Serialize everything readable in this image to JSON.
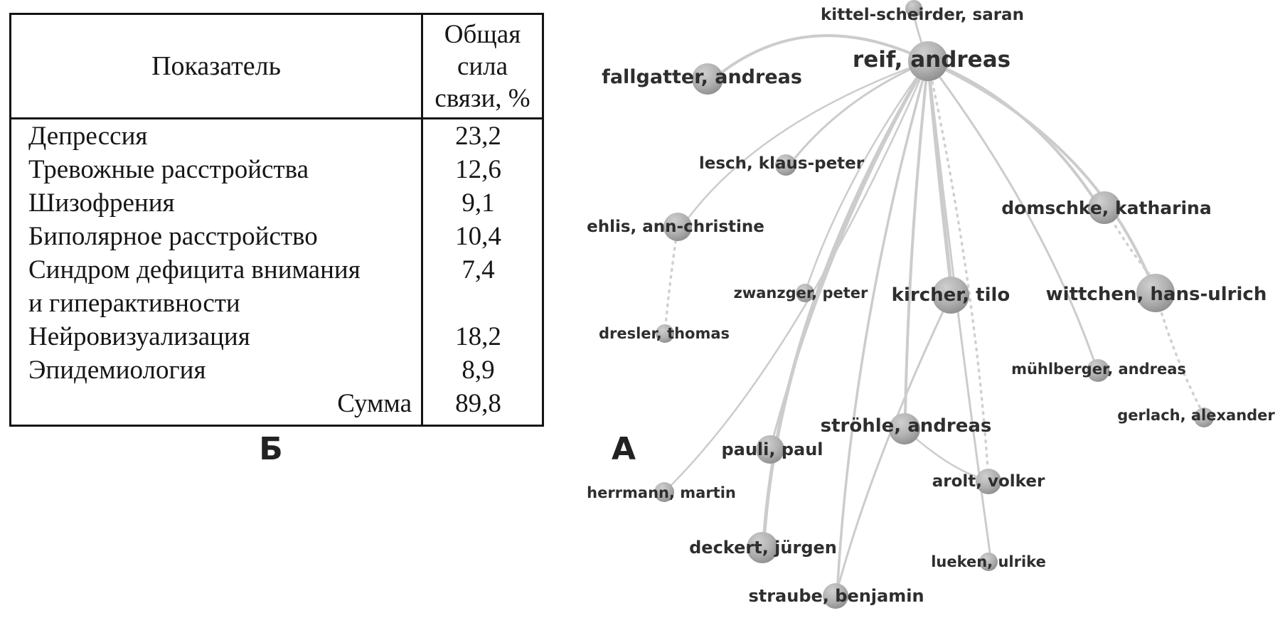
{
  "figure": {
    "panel_table_label": "Б",
    "panel_network_label": "А"
  },
  "table": {
    "header": {
      "indicator": "Показатель",
      "strength_lines": [
        "Общая",
        "сила",
        "связи, %"
      ]
    },
    "rows": [
      {
        "label": "Депрессия",
        "value": "23,2"
      },
      {
        "label": "Тревожные расстройства",
        "value": "12,6"
      },
      {
        "label": "Шизофрения",
        "value": "9,1"
      },
      {
        "label": "Биполярное расстройство",
        "value": "10,4"
      },
      {
        "label": "Синдром дефицита внимания",
        "value": "7,4"
      },
      {
        "label": "и гиперактивности",
        "value": ""
      },
      {
        "label": "Нейровизуализация",
        "value": "18,2"
      },
      {
        "label": "Эпидемиология",
        "value": "8,9"
      },
      {
        "label": "Сумма",
        "value": "89,8"
      }
    ]
  },
  "chart_data": {
    "type": "table",
    "title": "Общая сила связи, %",
    "categories": [
      "Депрессия",
      "Тревожные расстройства",
      "Шизофрения",
      "Биполярное расстройство",
      "Синдром дефицита внимания и гиперактивности",
      "Нейровизуализация",
      "Эпидемиология"
    ],
    "values": [
      23.2,
      12.6,
      9.1,
      10.4,
      7.4,
      18.2,
      8.9
    ],
    "total_label": "Сумма",
    "total_value": 89.8
  },
  "network": {
    "description": "co-authorship network, grey spheres with curved links, hub = reif, andreas",
    "nodes": [
      {
        "label": "kittel-scheirder, saran"
      },
      {
        "label": "reif, andreas"
      },
      {
        "label": "fallgatter, andreas"
      },
      {
        "label": "lesch, klaus-peter"
      },
      {
        "label": "domschke, katharina"
      },
      {
        "label": "ehlis, ann-christine"
      },
      {
        "label": "zwanzger, peter"
      },
      {
        "label": "kircher, tilo"
      },
      {
        "label": "wittchen, hans-ulrich"
      },
      {
        "label": "dresler, thomas"
      },
      {
        "label": "mühlberger, andreas"
      },
      {
        "label": "gerlach, alexander"
      },
      {
        "label": "ströhle, andreas"
      },
      {
        "label": "pauli, paul"
      },
      {
        "label": "arolt, volker"
      },
      {
        "label": "herrmann, martin"
      },
      {
        "label": "deckert, jürgen"
      },
      {
        "label": "lueken, ulrike"
      },
      {
        "label": "straube, benjamin"
      }
    ],
    "edges": [
      "reif–fallgatter",
      "reif–kittel-scheirder",
      "reif–lesch",
      "reif–ehlis",
      "reif–zwanzger",
      "reif–kircher",
      "reif–domschke",
      "reif–wittchen",
      "reif–ströhle",
      "reif–pauli",
      "reif–herrmann",
      "reif–deckert",
      "reif–straube",
      "reif–lueken",
      "reif–arolt",
      "reif–mühlberger",
      "ehlis–dresler",
      "domschke–wittchen",
      "wittchen–gerlach",
      "ströhle–arolt",
      "kircher–straube"
    ]
  },
  "colors": {
    "background": "#ffffff",
    "node_fill_mid": "#b2b2b2",
    "edge": "#cccccc",
    "label_text": "#2e2e2e",
    "table_border": "#141414"
  }
}
